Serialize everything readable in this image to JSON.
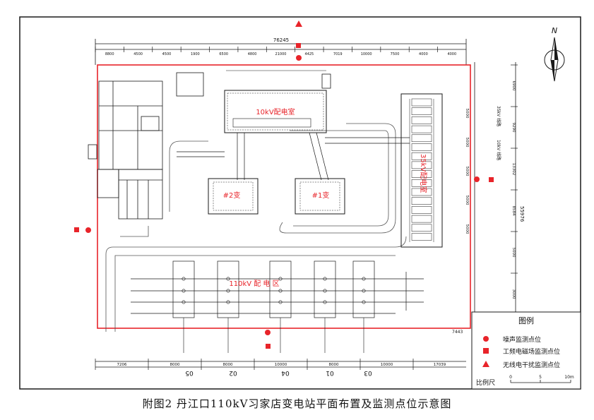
{
  "caption": "附图2  丹江口110kV习家店变电站平面布置及监测点位示意图",
  "north_label": "N",
  "buildings": {
    "room_10kv": "10kV配电室",
    "transformer_2": "#2变",
    "transformer_1": "#1变",
    "room_35kv": "35kV配电室",
    "yard_110kv": "110kV 配 电 区"
  },
  "top_dims": {
    "total": "76245",
    "segments": [
      "8800",
      "4500",
      "4500",
      "1900",
      "6500",
      "4800",
      "21000",
      "4425",
      "7019",
      "10000",
      "7500",
      "4000",
      "4000"
    ]
  },
  "right_dims": {
    "total": "55976",
    "segments": [
      "6900",
      "9290",
      "13302",
      "8584",
      "5000",
      "3000"
    ],
    "tags": [
      "35kV 线路",
      "10kV 线路"
    ],
    "inner": [
      "5000",
      "5000",
      "5000",
      "5000",
      "5000"
    ]
  },
  "bottom_dims": {
    "segments": [
      "7206",
      "8000",
      "8000",
      "10000",
      "8000",
      "10000",
      "17039"
    ],
    "bays": [
      "05",
      "02",
      "04",
      "01",
      "03"
    ],
    "total_right": "7443"
  },
  "legend": {
    "title": "图例",
    "items": [
      {
        "symbol": "circle",
        "label": "噪声监测点位"
      },
      {
        "symbol": "square",
        "label": "工频电磁场监测点位"
      },
      {
        "symbol": "triangle",
        "label": "无线电干扰监测点位"
      }
    ],
    "scale_label": "比例尺",
    "scale_ticks": [
      "0",
      "5",
      "10m"
    ]
  },
  "colors": {
    "marker": "#e8242a",
    "boundary": "#e8242a",
    "line": "#1a1a1a"
  }
}
